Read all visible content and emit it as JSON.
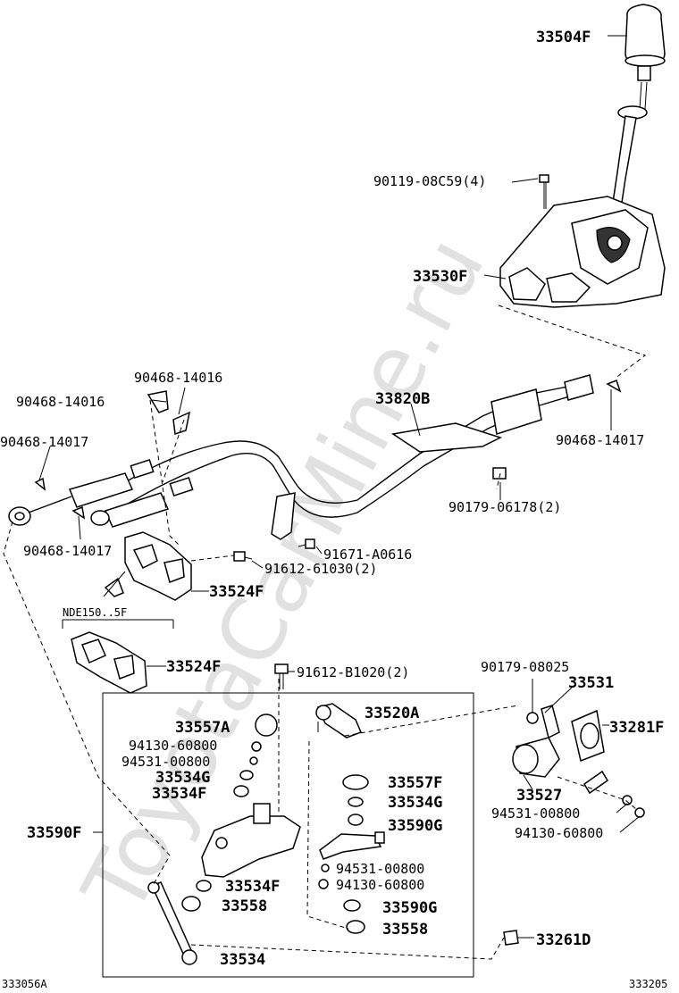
{
  "watermark": "ToyotaCarMine.ru",
  "labels": {
    "knob": "33504F",
    "bolt_top": "90119-08C59(4)",
    "shifter_base": "33530F",
    "clip_a": "90468-14016",
    "clip_b": "90468-14016",
    "clip_c": "90468-14017",
    "clip_d": "90468-14017",
    "clip_e": "90468-14017",
    "cable": "33820B",
    "nut_cable": "90179-06178(2)",
    "bolt_a": "91671-A0616",
    "bolt_b": "91612-61030(2)",
    "bracket_1": "33524F",
    "variant_note": "NDE150..5F",
    "bracket_2": "33524F",
    "bolt_c": "91612-B1020(2)",
    "nut_mid": "90179-08025",
    "lever_shaft": "33531",
    "bushing_a": "33557A",
    "lever_a": "33520A",
    "bushing_f": "33281F",
    "washer_a": "94130-60800",
    "pin_a": "94531-00800",
    "cushion_g": "33534G",
    "cushion_f": "33534F",
    "bushing_f2": "33557F",
    "cushion_g2": "33534G",
    "retainer_g": "33590G",
    "housing": "33527",
    "pin_b": "94531-00800",
    "washer_b": "94130-60800",
    "assy": "33590F",
    "pin_c": "94531-00800",
    "washer_c": "94130-60800",
    "cushion_f2": "33534F",
    "seat": "33558",
    "retainer_g2": "33590G",
    "seat_2": "33558",
    "bushing_d": "33261D",
    "link": "33534",
    "code_left": "333056A",
    "code_right": "333205"
  }
}
